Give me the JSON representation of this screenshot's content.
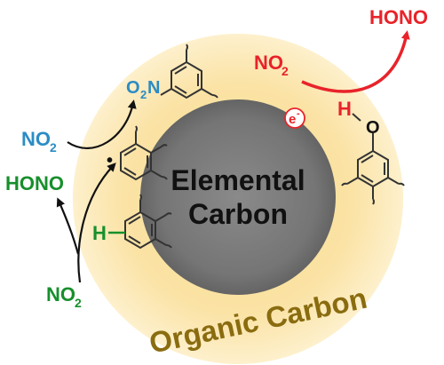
{
  "core_label_line1": "Elemental",
  "core_label_line2": "Carbon",
  "shell_label": "Organic Carbon",
  "species": {
    "hono_top": "HONO",
    "no2_top_main": "NO",
    "no2_top_sub": "2",
    "electron_main": "e",
    "electron_sup": "-",
    "nitro_o": "O",
    "nitro_sub": "2",
    "nitro_n": "N",
    "no2_blue_main": "NO",
    "no2_blue_sub": "2",
    "hono_green": "HONO",
    "no2_green_main": "NO",
    "no2_green_sub": "2",
    "h_green": "H",
    "h_phenol": "H",
    "o_phenol": "O",
    "radical_dot": "•"
  },
  "colors": {
    "shell": "#fbe3a6",
    "core": "#7c7c7c",
    "red": "#e8232a",
    "blue": "#2b8cc4",
    "green": "#178f2c",
    "shell_text": "#8a6c10",
    "bond": "#333333"
  }
}
